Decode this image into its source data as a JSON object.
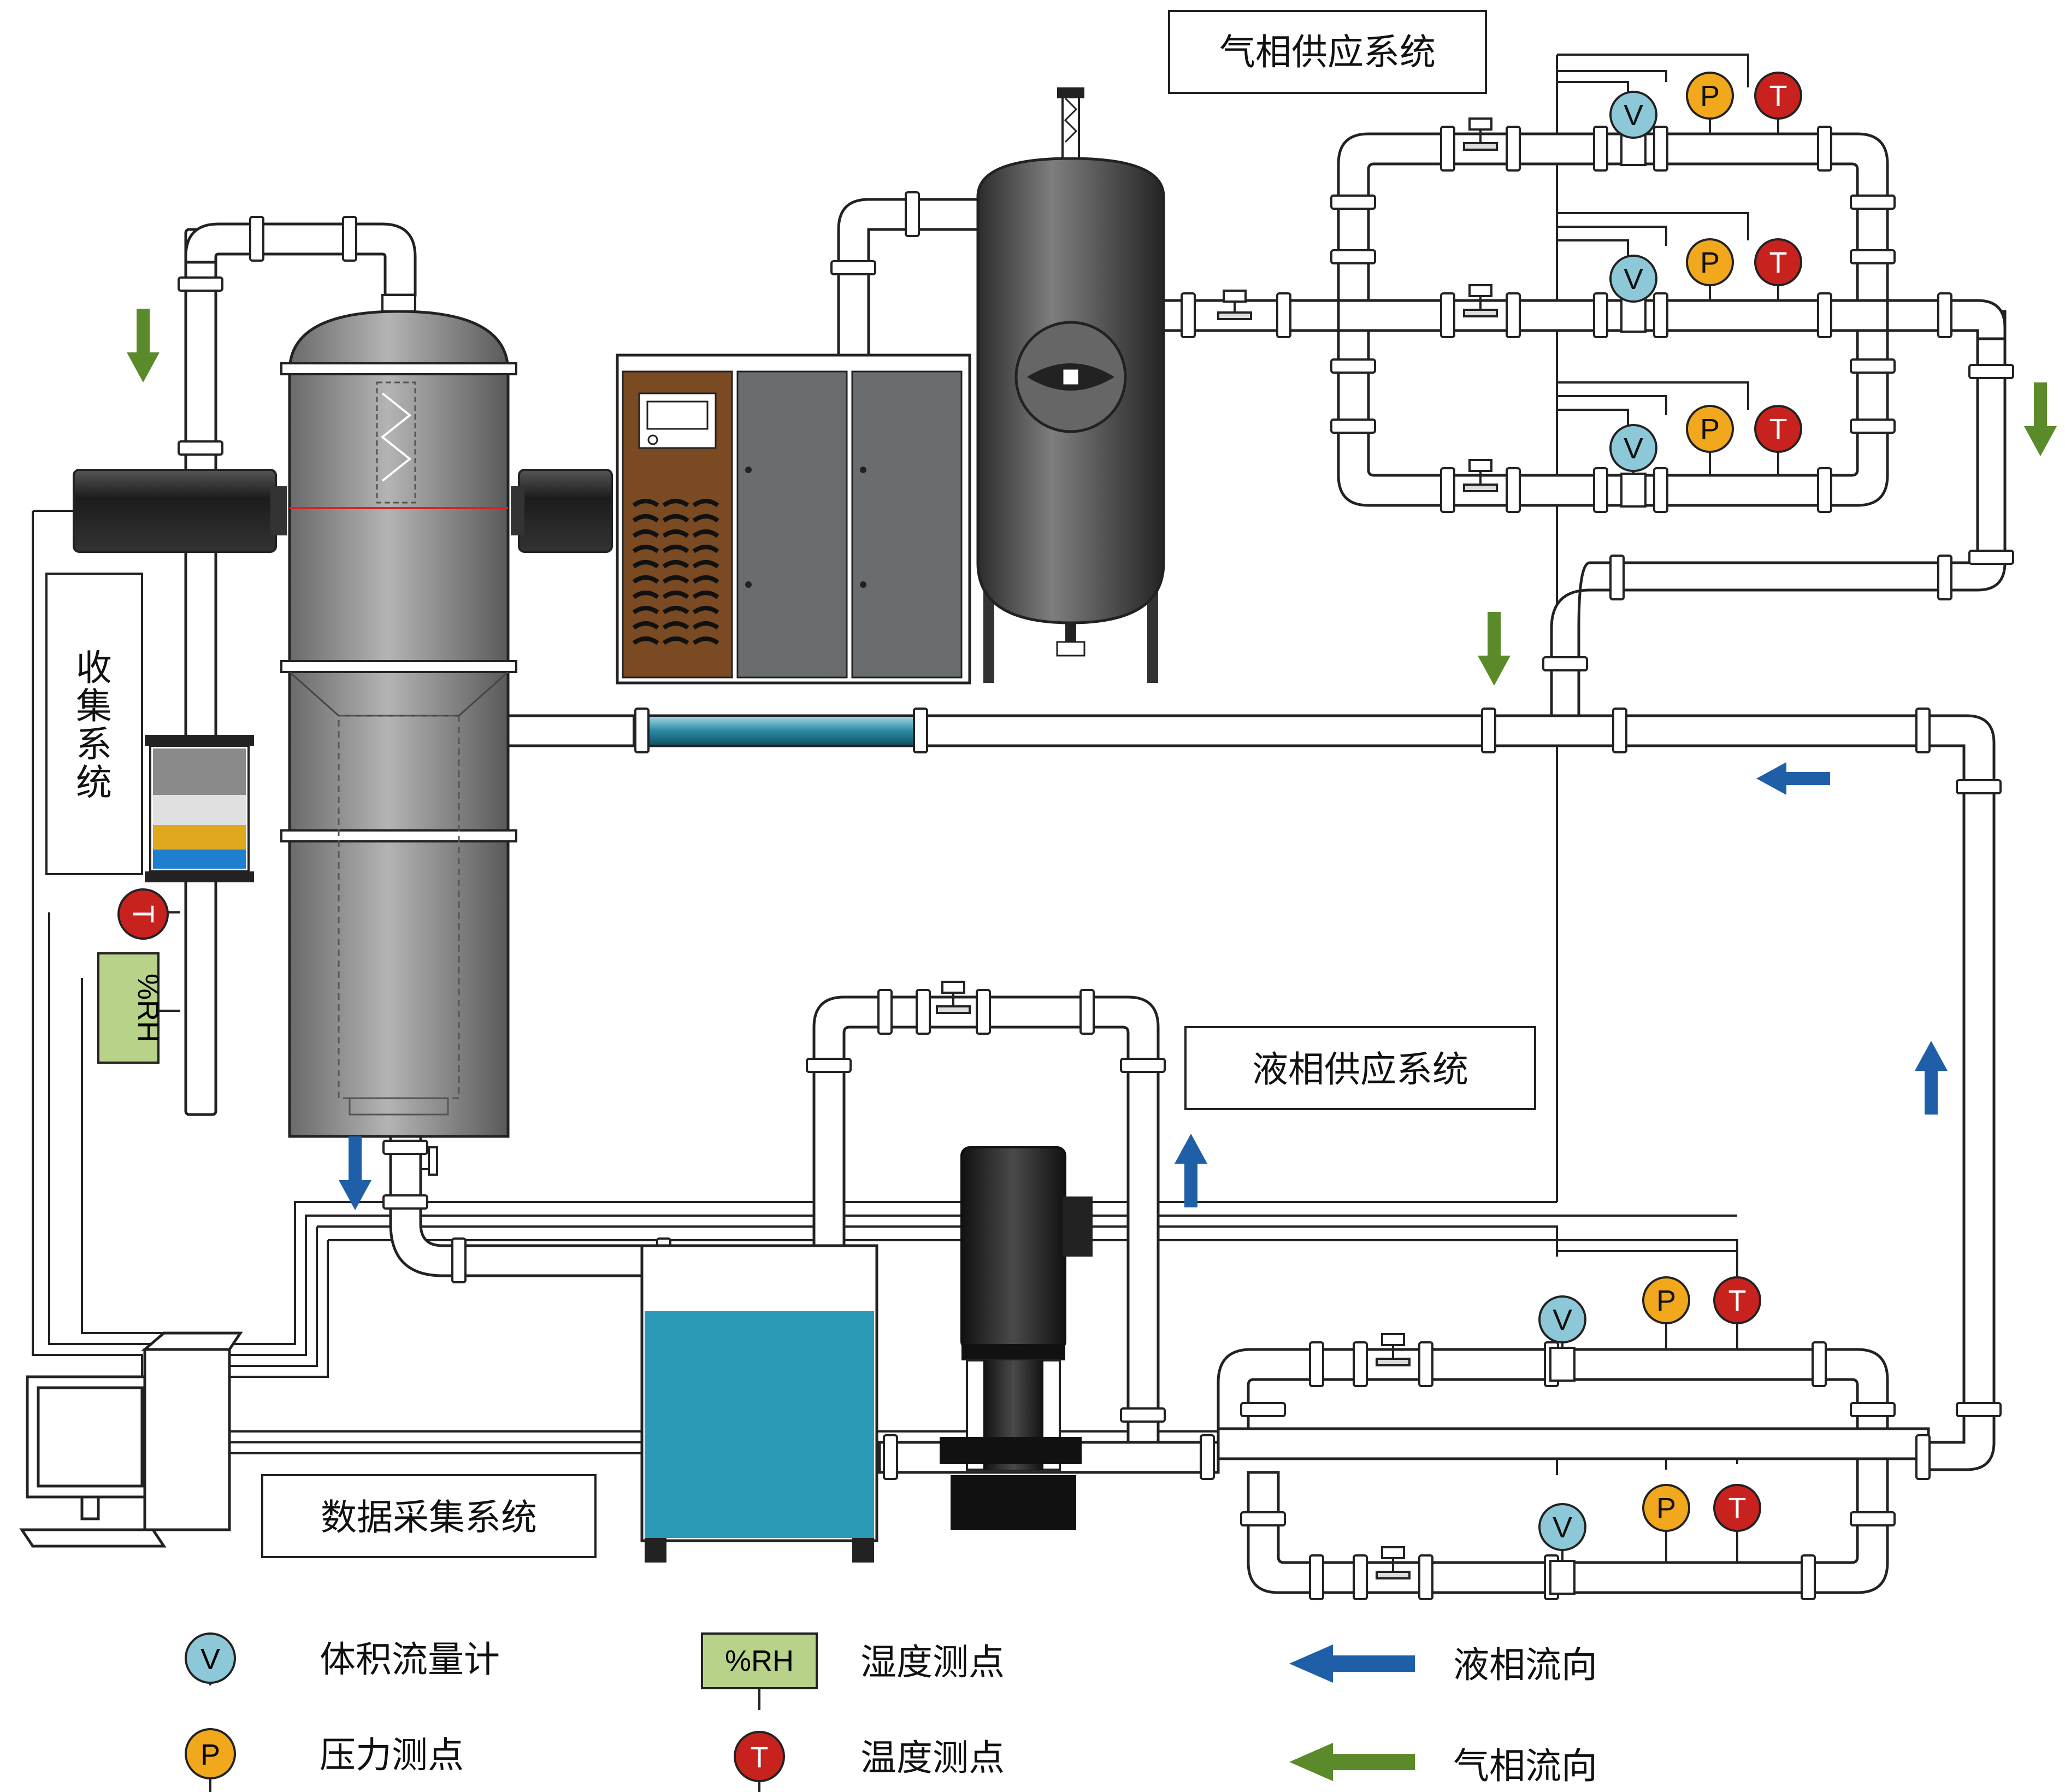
{
  "labels": {
    "gas_system": "气相供应系统",
    "liquid_system": "液相供应系统",
    "collection_system": [
      "收",
      "集",
      "系",
      "统"
    ],
    "data_system": "数据采集系统"
  },
  "gauges": {
    "v": "V",
    "p": "P",
    "t": "T",
    "rh": "%RH"
  },
  "legend": {
    "flowmeter": "体积流量计",
    "pressure": "压力测点",
    "humidity": "湿度测点",
    "temperature": "温度测点",
    "liquid_flow": "液相流向",
    "gas_flow": "气相流向"
  },
  "colors": {
    "pipe_fill": "#ffffff",
    "pipe_stroke": "#222222",
    "flow_gas": "#5a8a2a",
    "flow_liquid": "#1f5fa8",
    "gauge_v": "#8cc8d8",
    "gauge_p": "#f2a81c",
    "gauge_t": "#c8221e",
    "gauge_rh": "#b9d28a",
    "water": "#2a9ab7",
    "cabinet_brown": "#7a4a22"
  }
}
